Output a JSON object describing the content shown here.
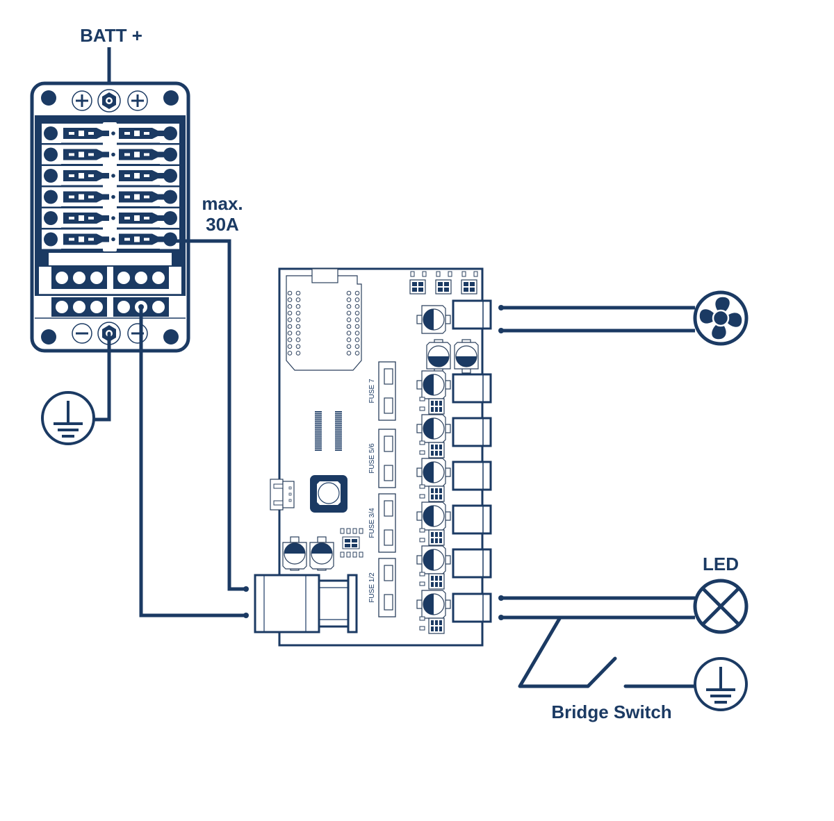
{
  "diagram": {
    "title": "Wiring diagram",
    "colors": {
      "primary": "#1b3a63",
      "background": "#ffffff",
      "thin_line": "#2a3f5c"
    },
    "labels": {
      "batt_plus": "BATT +",
      "max_current_line1": "max.",
      "max_current_line2": "30A",
      "led": "LED",
      "bridge_switch": "Bridge Switch"
    },
    "fuse_box": {
      "name": "fuse-distribution-block",
      "rows": 6,
      "positive_terminal_symbols": [
        "+",
        "+"
      ],
      "negative_terminal_symbols": [
        "−",
        "−"
      ]
    },
    "controller_board": {
      "fuse_labels": [
        "FUSE 7",
        "FUSE 5/6",
        "FUSE 3/4",
        "FUSE 1/2"
      ],
      "output_connectors": 7
    },
    "loads": [
      {
        "name": "fan",
        "icon": "fan-icon"
      },
      {
        "name": "led-lamp",
        "icon": "lamp-cross-icon",
        "label": "LED"
      }
    ],
    "grounds": [
      {
        "name": "fuse-box-ground",
        "icon": "ground-icon"
      },
      {
        "name": "switch-ground",
        "icon": "ground-icon"
      }
    ]
  }
}
